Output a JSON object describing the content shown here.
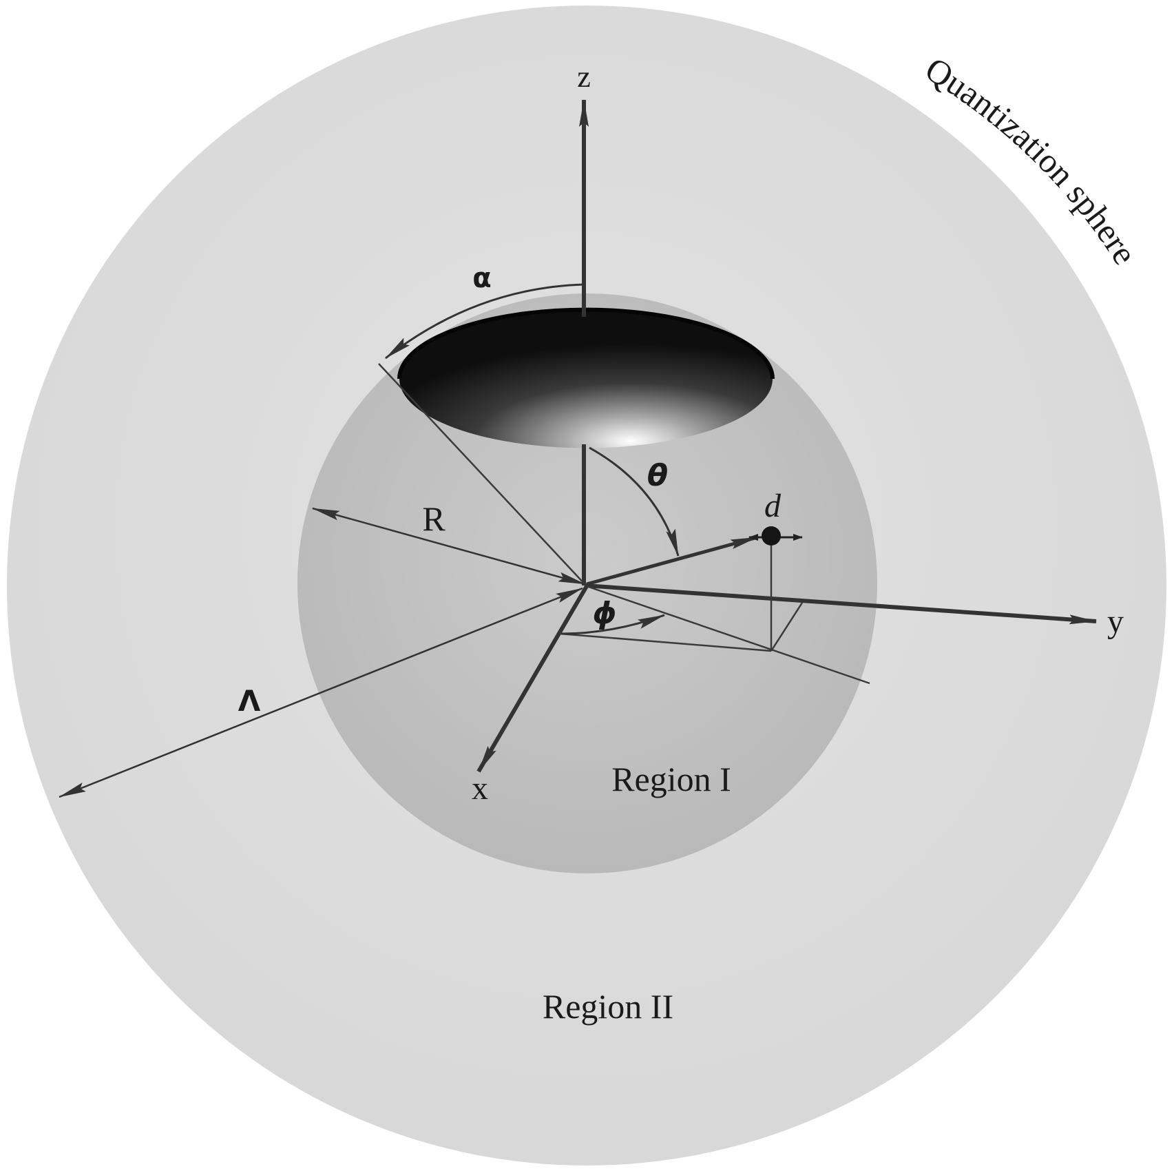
{
  "diagram": {
    "outer_label": "Quantization sphere",
    "region_inner": "Region I",
    "region_outer": "Region II",
    "axes": {
      "x": "x",
      "y": "y",
      "z": "z"
    },
    "symbols": {
      "alpha": "α",
      "theta": "θ",
      "phi": "ϕ",
      "lambda": "Λ",
      "radius": "R",
      "dipole": "d"
    },
    "colors": {
      "outer_sphere": "#dedede",
      "inner_sphere": "#c2c2c2",
      "cap": "#1c1c1c",
      "lines": "#2a2a2a"
    }
  }
}
